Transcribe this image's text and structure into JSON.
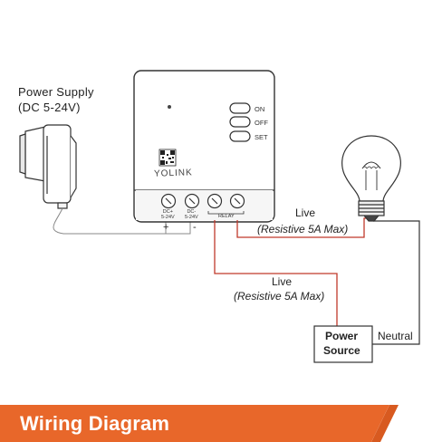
{
  "power_supply": {
    "line1": "Power Supply",
    "line2": "(DC 5-24V)"
  },
  "device": {
    "brand": "YOLINK",
    "buttons": [
      {
        "label": "ON",
        "icon": "on-button-icon"
      },
      {
        "label": "OFF",
        "icon": "off-button-icon"
      },
      {
        "label": "SET",
        "icon": "set-button-icon"
      }
    ],
    "terminals": {
      "dc_plus": [
        "DC+",
        "5-24V"
      ],
      "dc_minus": [
        "DC-",
        "5-24V"
      ],
      "relay": "RELAY"
    },
    "polarity": {
      "plus": "+",
      "minus": "-"
    }
  },
  "wiring": {
    "live_top": {
      "line1": "Live",
      "line2": "(Resistive 5A Max)"
    },
    "live_bottom": {
      "line1": "Live",
      "line2": "(Resistive 5A Max)"
    },
    "neutral": "Neutral"
  },
  "power_source": {
    "line1": "Power",
    "line2": "Source"
  },
  "footer": {
    "title": "Wiring Diagram"
  },
  "colors": {
    "live_wire": "#c0392b",
    "banner": "#e8672a",
    "banner_dark": "#d85a20",
    "outline": "#333333"
  }
}
